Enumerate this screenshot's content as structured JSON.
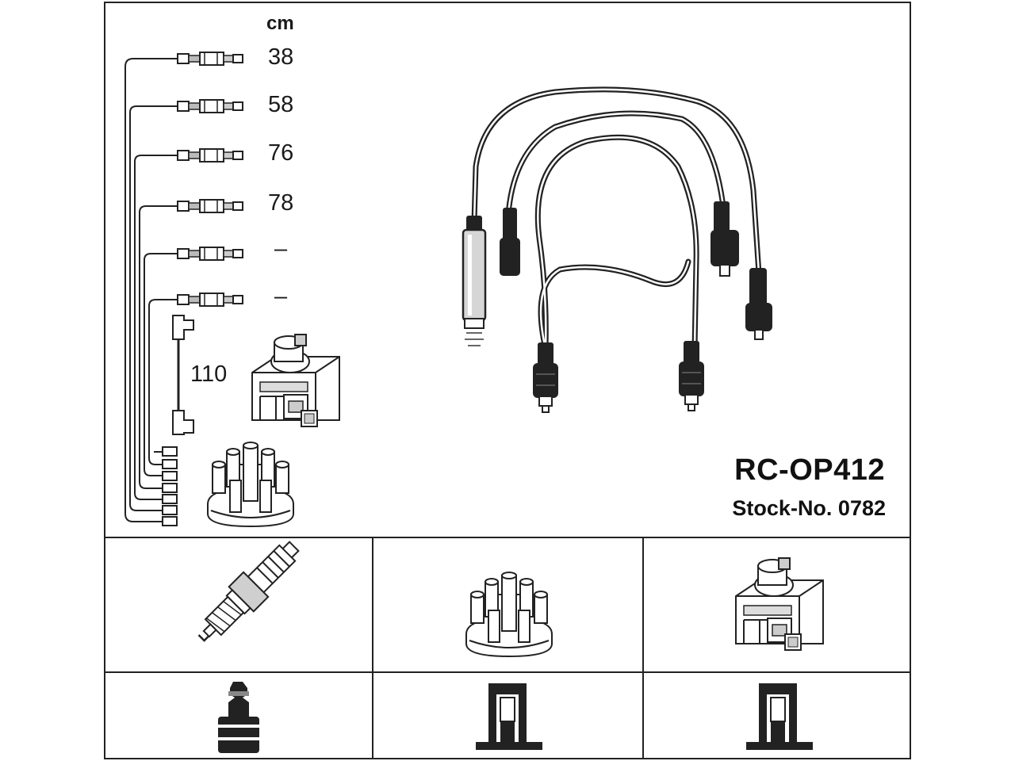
{
  "header": {
    "unit": "cm"
  },
  "cables": [
    {
      "length": "38"
    },
    {
      "length": "58"
    },
    {
      "length": "76"
    },
    {
      "length": "78"
    },
    {
      "length": "–"
    },
    {
      "length": "–"
    }
  ],
  "coil_lead": {
    "length": "110"
  },
  "product": {
    "code": "RC-OP412",
    "stock": "Stock-No. 0782"
  },
  "icons": [
    "cable-connector-icon",
    "ignition-coil-icon",
    "distributor-cap-icon",
    "spark-plug-icon",
    "spark-plug-terminal-icon",
    "cap-terminal-icon",
    "coil-terminal-icon",
    "ignition-lead-set-icon"
  ],
  "colors": {
    "line": "#222222",
    "shade": "#cfcfcf",
    "background": "#ffffff"
  }
}
